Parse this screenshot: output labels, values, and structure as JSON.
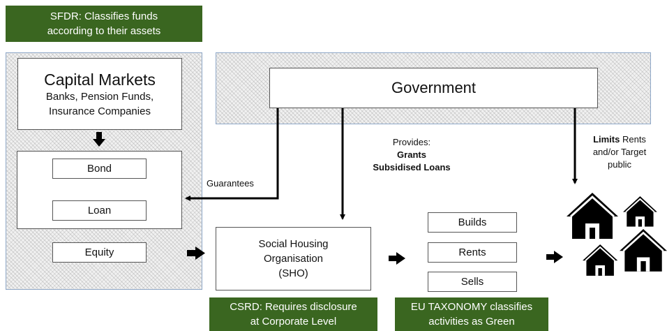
{
  "notes": {
    "sfdr": [
      "SFDR: Classifies funds",
      "according to their assets"
    ],
    "csrd": [
      "CSRD: Requires disclosure",
      "at Corporate Level"
    ],
    "eu_taxonomy": [
      "EU TAXONOMY classifies",
      "activities as Green"
    ]
  },
  "capital_markets": {
    "title": "Capital Markets",
    "subtitle_1": "Banks, Pension Funds,",
    "subtitle_2": "Insurance Companies"
  },
  "instruments": {
    "bond": "Bond",
    "loan": "Loan",
    "equity": "Equity"
  },
  "government": "Government",
  "sho": [
    "Social Housing",
    "Organisation",
    "(SHO)"
  ],
  "activities": {
    "builds": "Builds",
    "rents": "Rents",
    "sells": "Sells"
  },
  "labels": {
    "guarantees": "Guarantees",
    "provides": "Provides:",
    "grants": "Grants",
    "subsidised_loans": "Subsidised Loans",
    "limits_bold": "Limits",
    "limits_rest": " Rents",
    "limits_line2": "and/or Target",
    "limits_line3": "public"
  },
  "icons": {
    "houses": "house-icon"
  },
  "colors": {
    "green": "#3a6620",
    "border_blue": "#8fa8c8"
  }
}
